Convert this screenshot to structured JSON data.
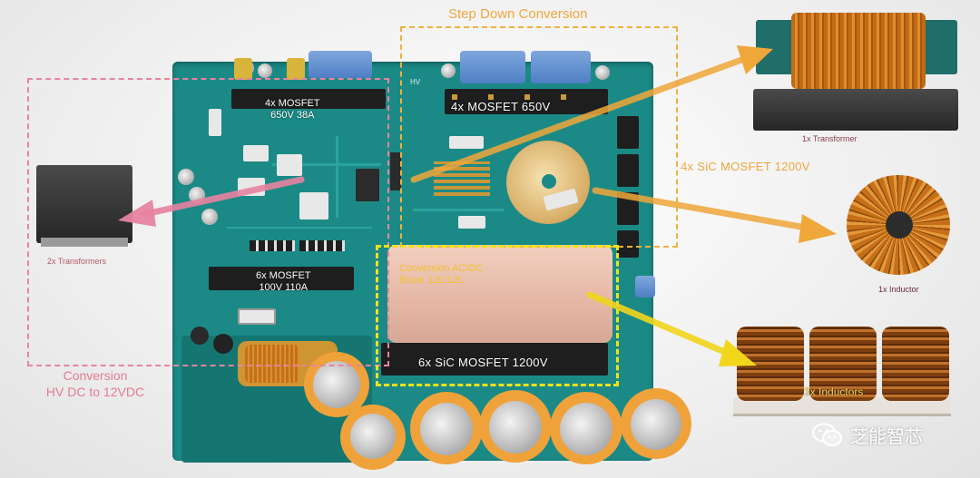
{
  "labels": {
    "step_down": "Step Down Conversion",
    "mosfet_650v_38a_line1": "4x MOSFET",
    "mosfet_650v_38a_line2": "650V 38A",
    "mosfet_650v": "4x MOSFET 650V",
    "sic_1200v_right": "4x SiC MOSFET 1200V",
    "mosfet_100v_line1": "6x MOSFET",
    "mosfet_100v_line2": "100V 110A",
    "cap_text_line1": "Conversion AC/DC",
    "cap_text_line2": "Boost 12L/12L",
    "sic_1200v_bottom": "6x SiC MOSFET 1200V",
    "conversion_line1": "Conversion",
    "conversion_line2": "HV DC to 12VDC",
    "two_transformers": "2x Transformers",
    "one_transformer": "1x Transformer",
    "one_inductor": "1x Inductor",
    "three_inductors": "3x Inductors",
    "hv_mark": "HV",
    "watermark": "芝能智芯"
  },
  "colors": {
    "pink": "#e783a0",
    "orange": "#efb13e",
    "yellow": "#f1e21a",
    "pcb": "#1b8a86"
  },
  "icons": {
    "wechat": "wechat-logo-icon"
  }
}
